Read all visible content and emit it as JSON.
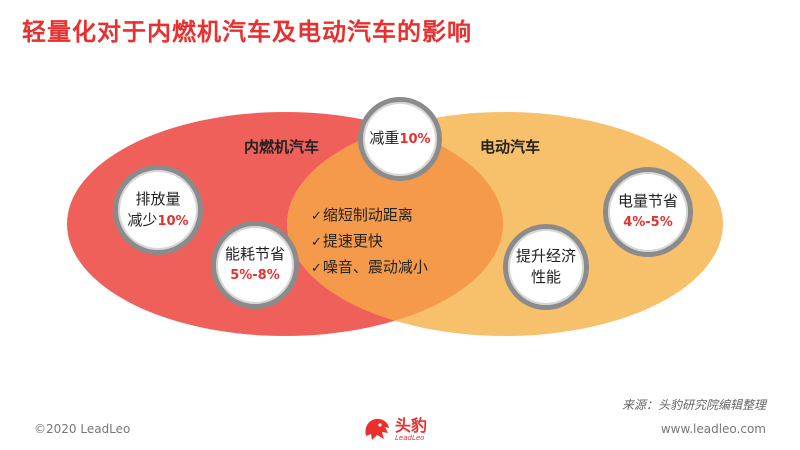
{
  "title": "轻量化对于内燃机汽车及电动汽车的影响",
  "diagram": {
    "left_label": "内燃机汽车",
    "right_label": "电动汽车",
    "colors": {
      "left_ellipse": "#f0605a",
      "right_ellipse": "#f7c06a",
      "overlap": "#f49a4a",
      "accent": "#e8312f"
    },
    "top_circle": {
      "text": "减重",
      "value": "10%"
    },
    "left_circle_1": {
      "line1": "排放量",
      "line2": "减少",
      "value": "10%"
    },
    "left_circle_2": {
      "line1": "能耗节省",
      "value": "5%-8%"
    },
    "right_circle_1": {
      "line1": "电量节省",
      "value": "4%-5%"
    },
    "right_circle_2": {
      "line1": "提升经济",
      "line2": "性能"
    },
    "overlap_items": [
      "缩短制动距离",
      "提速更快",
      "噪音、震动减小"
    ],
    "check_icon": "check-icon"
  },
  "source": "来源：头豹研究院编辑整理",
  "footer": {
    "copyright": "©2020 LeadLeo",
    "website": "www.leadleo.com",
    "logo_cn": "头豹",
    "logo_en": "LeadLeo"
  }
}
